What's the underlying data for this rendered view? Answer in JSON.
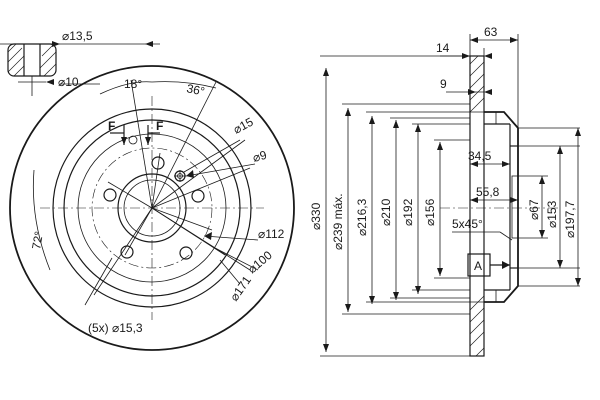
{
  "front_view": {
    "labels": {
      "dia_13_5": "⌀13,5",
      "dia_10": "⌀10",
      "angle_18": "18°",
      "angle_36": "36°",
      "section_f_left": "F",
      "section_f_right": "F",
      "dia_15": "⌀15",
      "dia_9": "⌀9",
      "dia_112": "⌀112",
      "dia_100": "⌀100",
      "dia_171": "⌀171",
      "angle_72": "72°",
      "holes": "(5x) ⌀15,3"
    }
  },
  "section_view": {
    "labels": {
      "width_63": "63",
      "width_14": "14",
      "width_9": "9",
      "dia_330": "⌀330",
      "dia_239": "⌀239 máx.",
      "dia_216_3": "⌀216,3",
      "dia_210": "⌀210",
      "dia_192": "⌀192",
      "dia_156": "⌀156",
      "dim_34_5": "34,5",
      "dim_55_8": "55,8",
      "dia_67": "⌀67",
      "dia_153": "⌀153",
      "dia_197_7": "⌀197,7",
      "chamfer": "5x45°",
      "datum_a": "A"
    }
  }
}
